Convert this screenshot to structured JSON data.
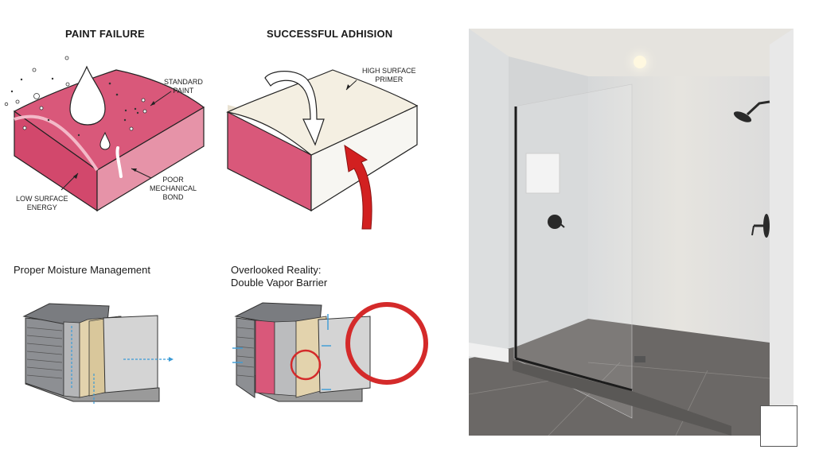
{
  "panels": {
    "paint_failure": {
      "title": "PAINT FAILURE",
      "labels": {
        "standard_paint": [
          "STANDARD",
          "PAINT"
        ],
        "poor_bond": [
          "POOR",
          "MECHANICAL",
          "BOND"
        ],
        "low_energy": [
          "LOW SURFACE",
          "ENERGY"
        ]
      },
      "colors": {
        "top": "#d9587a",
        "front": "#d2486c",
        "side": "#e693a8"
      }
    },
    "successful_adhesion": {
      "title": "SUCCESSFUL ADHISION",
      "labels": {
        "primer": [
          "HIGH SURFACE",
          "PRIMER"
        ]
      },
      "colors": {
        "top": "#f4efe2",
        "front": "#d9587a",
        "side": "#f7f6f2",
        "arrow": "#d22020"
      }
    },
    "moisture_management": {
      "title": "Proper Moisture Management"
    },
    "double_vapor_barrier": {
      "title_line1": "Overlooked Reality:",
      "title_line2": "Double Vapor Barrier",
      "colors": {
        "circle": "#d42a2a",
        "vapor": "#d9587a",
        "arrow": "#3b9bd6"
      }
    }
  },
  "photo": {
    "description": "walk-in shower with frameless glass panel, matte black fixtures, gray tile floor",
    "colors": {
      "wall": "#e3e3e1",
      "floor": "#6b6866",
      "fixture": "#2a2a2a"
    }
  }
}
